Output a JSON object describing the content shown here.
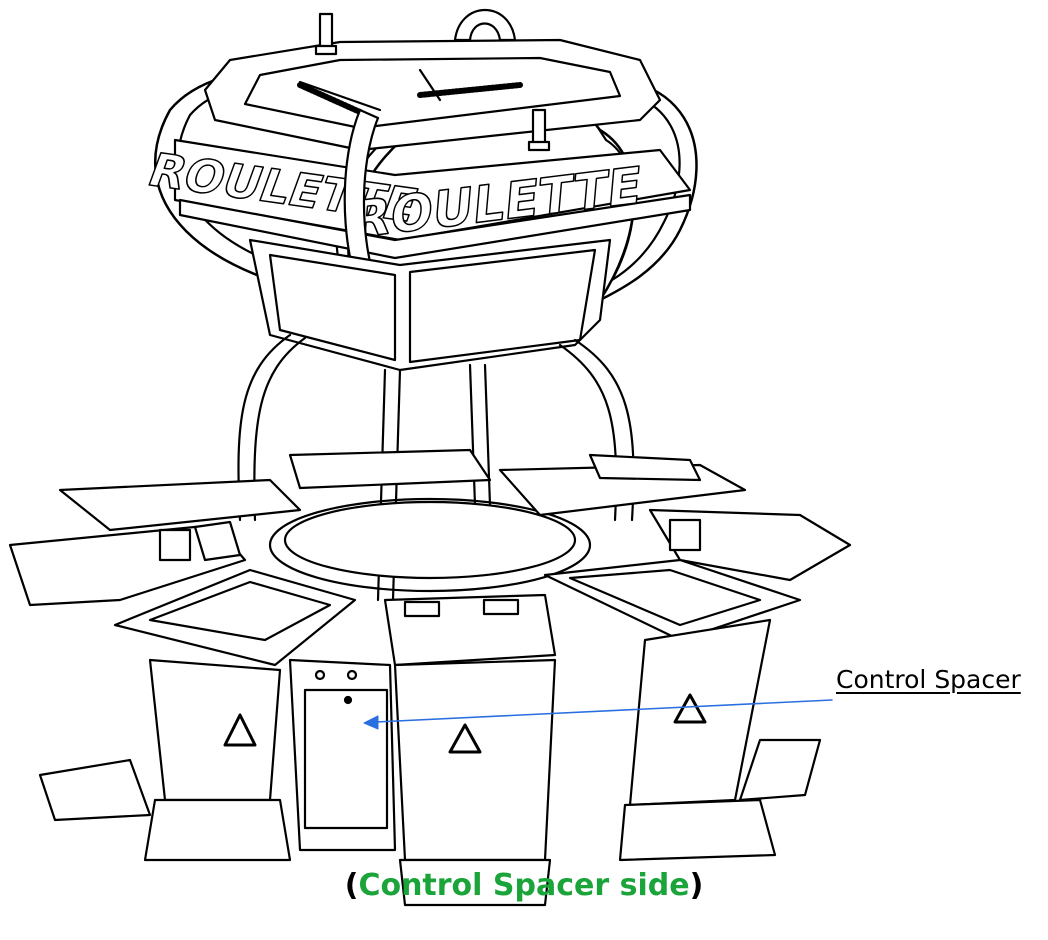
{
  "figure": {
    "sign_text": "ROULETTE",
    "callout": {
      "label": "Control Spacer",
      "arrow_color": "#2a6fe0"
    },
    "caption": {
      "open": "(",
      "text": "Control Spacer side",
      "close": ")",
      "text_color": "#1aa43a"
    }
  }
}
